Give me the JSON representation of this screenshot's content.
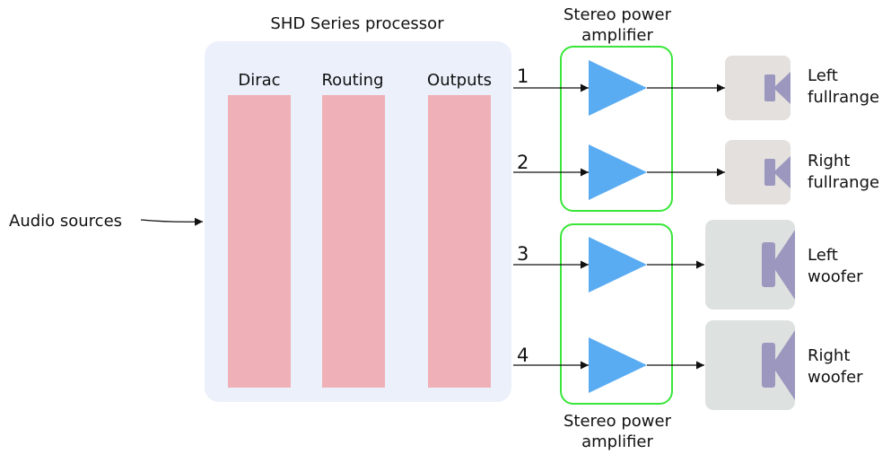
{
  "processor": {
    "title": "SHD Series processor",
    "blocks": [
      "Dirac",
      "Routing",
      "Outputs"
    ]
  },
  "input_label": "Audio sources",
  "channels": [
    "1",
    "2",
    "3",
    "4"
  ],
  "amplifiers": {
    "top_label_line1": "Stereo power",
    "top_label_line2": "amplifier",
    "bottom_label_line1": "Stereo power",
    "bottom_label_line2": "amplifier"
  },
  "speakers": [
    {
      "line1": "Left",
      "line2": "fullrange"
    },
    {
      "line1": "Right",
      "line2": "fullrange"
    },
    {
      "line1": "Left",
      "line2": "woofer"
    },
    {
      "line1": "Right",
      "line2": "woofer"
    }
  ],
  "colors": {
    "processor_bg": "#ebf0fb",
    "block_fill": "#efb1b7",
    "amp_outline": "#39e639",
    "amp_triangle": "#5aacf2",
    "speaker_small_bg": "#e3e0dd",
    "speaker_large_bg": "#dde1df",
    "speaker_icon": "#9b97bf",
    "arrow": "#111111"
  }
}
